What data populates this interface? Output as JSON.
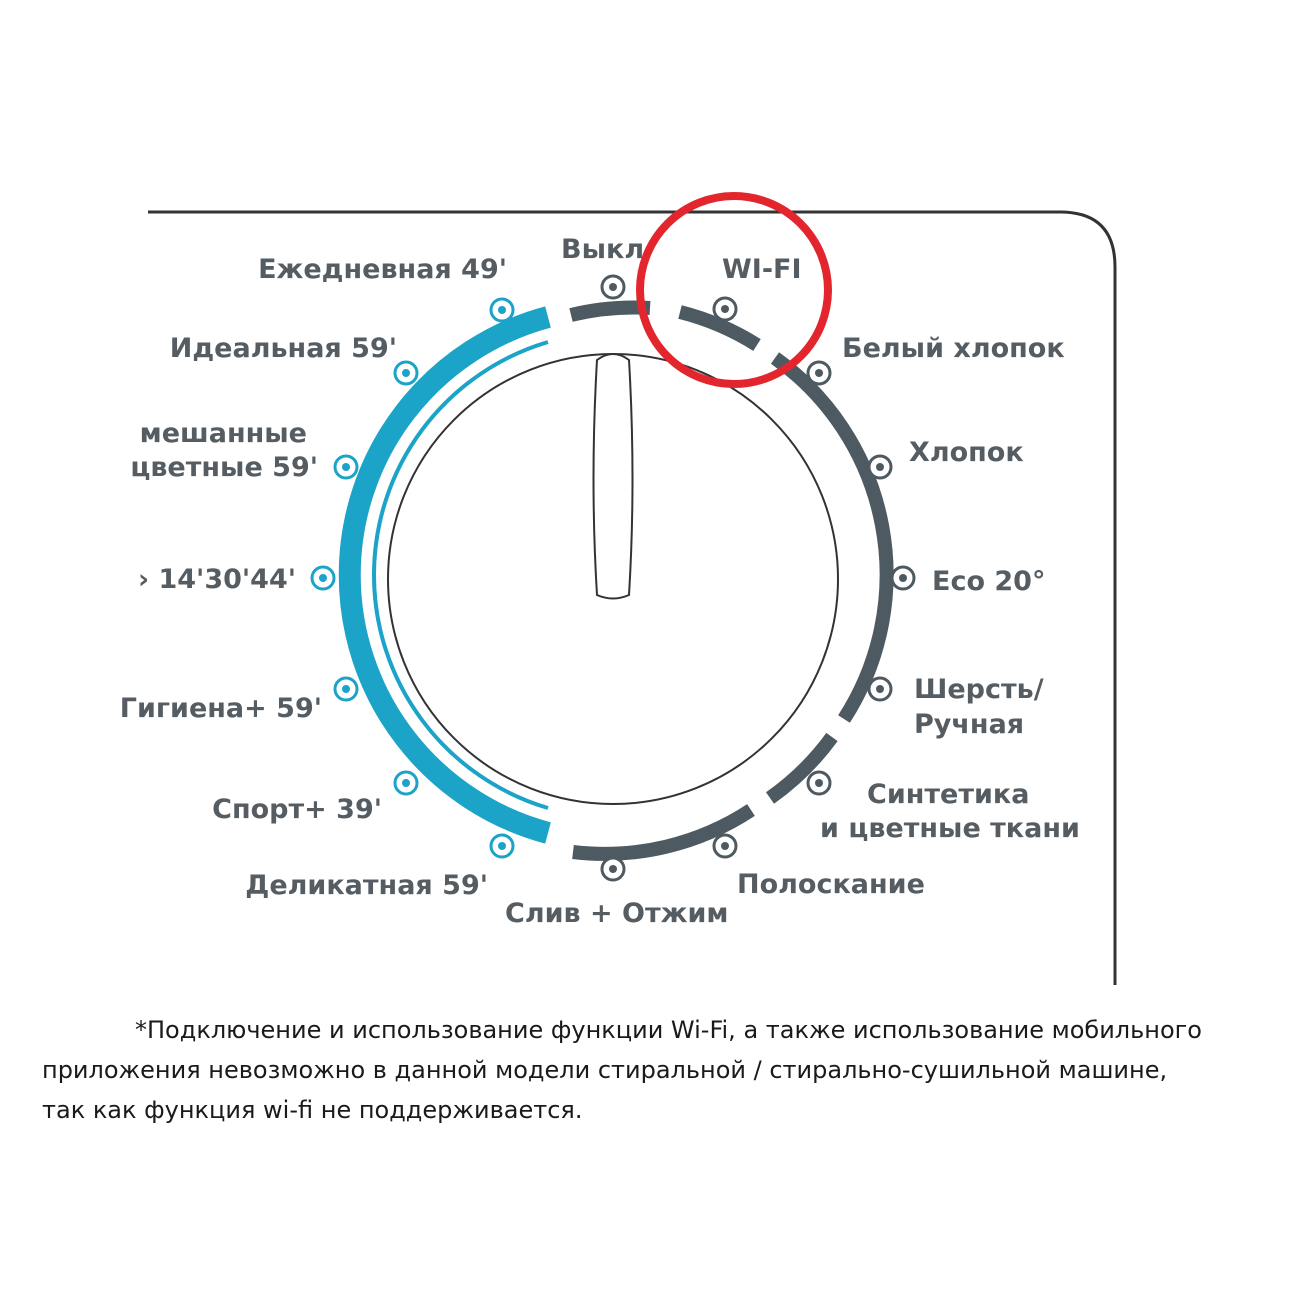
{
  "colors": {
    "panel_outline": "#333333",
    "label_text": "#555d63",
    "left_arc": "#1ca3c8",
    "right_arc": "#4e5a62",
    "highlight_circle": "#e3262d",
    "footnote_text": "#1a1a1a"
  },
  "dial": {
    "off_label": "Выкл",
    "wifi_label": "WI-FI",
    "left_programs": [
      {
        "label": "Ежедневная 49'"
      },
      {
        "label": "Идеальная 59'"
      },
      {
        "label_line1": "мешанные",
        "label_line2": "цветные 59'"
      },
      {
        "label": "› 14'30'44'"
      },
      {
        "label": "Гигиена+ 59'"
      },
      {
        "label": "Спорт+ 39'"
      },
      {
        "label": "Деликатная 59'"
      }
    ],
    "right_programs": [
      {
        "label": "Белый хлопок"
      },
      {
        "label": "Хлопок"
      },
      {
        "label": "Eco 20°"
      },
      {
        "label_line1": "Шерсть/",
        "label_line2": "Ручная"
      },
      {
        "label_line1": "Синтетика",
        "label_line2": "и цветные ткани"
      },
      {
        "label": "Полоскание"
      }
    ],
    "bottom_label": "Слив + Отжим"
  },
  "footnote": {
    "line1": "*Подключение и использование функции Wi-Fi, а также использование мобильного",
    "line2": "приложения невозможно в данной модели стиральной / стирально-сушильной машине,",
    "line3": "так как функция wi-fi не поддерживается."
  }
}
